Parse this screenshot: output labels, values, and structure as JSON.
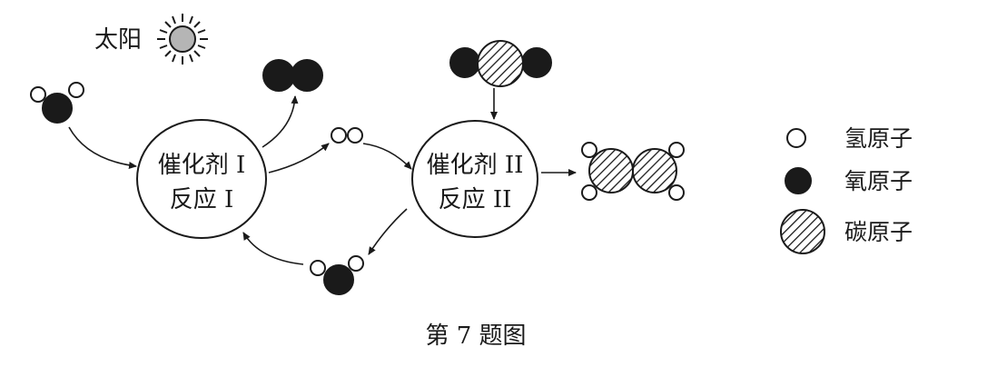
{
  "sun_label": "太阳",
  "catalyst_1": {
    "line1": "催化剂 I",
    "line2": "反应 I"
  },
  "catalyst_2": {
    "line1": "催化剂 II",
    "line2": "反应 II"
  },
  "legend": {
    "hydrogen": "氢原子",
    "oxygen": "氧原子",
    "carbon": "碳原子"
  },
  "caption": "第 7 题图",
  "colors": {
    "ink": "#1a1a1a",
    "sun_fill": "#b5b5b5",
    "paper": "#ffffff"
  }
}
